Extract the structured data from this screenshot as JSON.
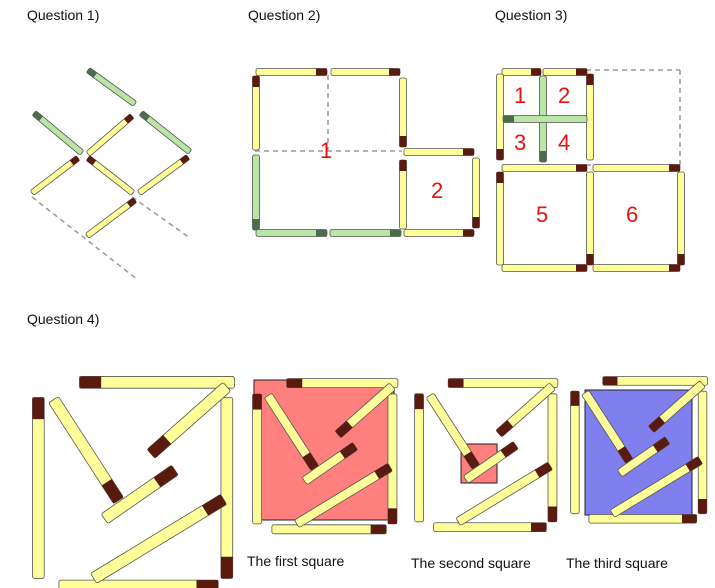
{
  "questions": {
    "q1": "Question 1)",
    "q2": "Question 2)",
    "q3": "Question 3)",
    "q4": "Question 4)"
  },
  "q2_numbers": [
    "1",
    "2"
  ],
  "q3_numbers": [
    "1",
    "2",
    "3",
    "4",
    "5",
    "6"
  ],
  "captions": {
    "first": "The first square",
    "second": "The second square",
    "third": "The third square"
  },
  "colors": {
    "stick_body": "#ffff99",
    "stick_outline": "#555555",
    "stick_head": "#5a1a0e",
    "moved_stick": "#b9e6a6",
    "moved_head": "#4e6b4e",
    "dashed_line": "#999999",
    "number_red": "#e8130c",
    "first_square_fill": "#ff7f7f",
    "first_square_border": "#ff7f3f",
    "second_square_fill": "#ff7f7f",
    "third_square_fill": "#7f7fef"
  }
}
